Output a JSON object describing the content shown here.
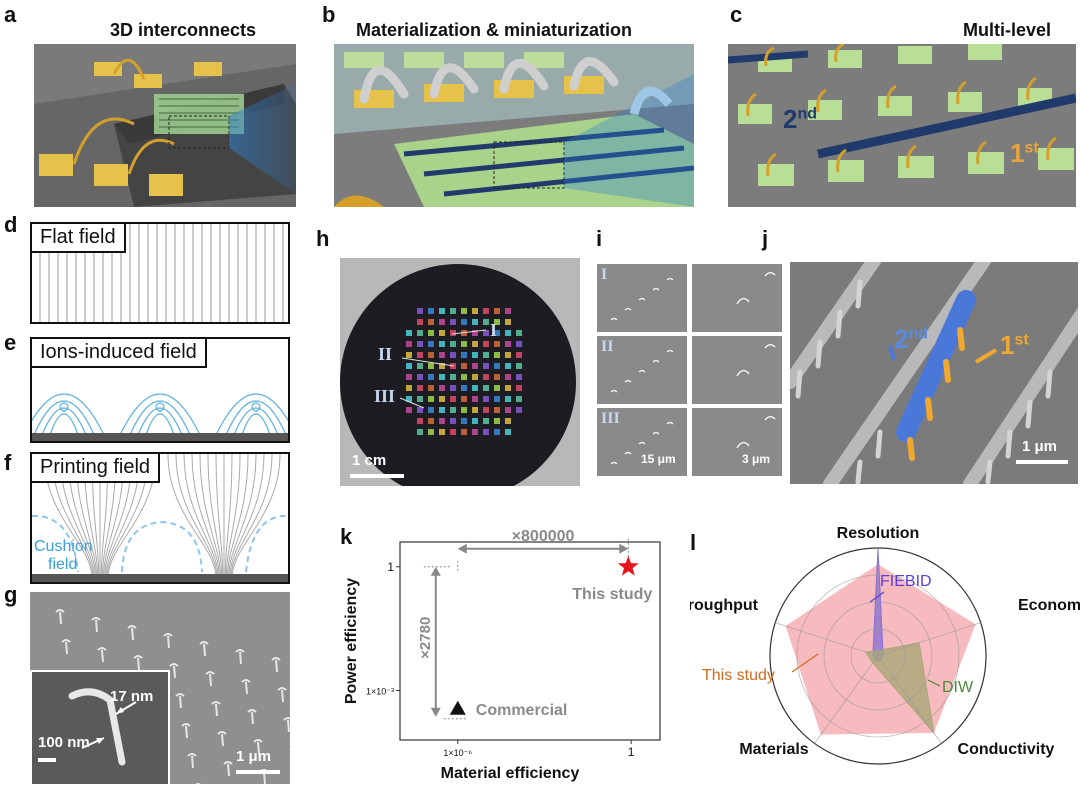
{
  "panels": {
    "a": {
      "label": "a",
      "title": "3D interconnects"
    },
    "b": {
      "label": "b",
      "title": "Materialization & miniaturization"
    },
    "c": {
      "label": "c",
      "title": "Multi-level",
      "level2": "2",
      "level2_sup": "nd",
      "level1": "1",
      "level1_sup": "st"
    },
    "d": {
      "label": "d",
      "title": "Flat field"
    },
    "e": {
      "label": "e",
      "title": "Ions-induced field"
    },
    "f": {
      "label": "f",
      "title": "Printing field",
      "cushion_line1": "Cushion",
      "cushion_line2": "field"
    },
    "g": {
      "label": "g",
      "inset_dim": "17 nm",
      "inset_scale": "100 nm",
      "scale": "1 μm"
    },
    "h": {
      "label": "h",
      "roman1": "I",
      "roman2": "II",
      "roman3": "III",
      "scale": "1 cm"
    },
    "i": {
      "label": "i",
      "rows": [
        "I",
        "II",
        "III"
      ],
      "scale_left": "15 μm",
      "scale_right": "3 μm"
    },
    "j": {
      "label": "j",
      "level2": "2",
      "level2_sup": "nd",
      "level1": "1",
      "level1_sup": "st",
      "scale": "1 μm"
    },
    "k": {
      "label": "k"
    },
    "l": {
      "label": "l"
    }
  },
  "chart_data": [
    {
      "type": "scatter",
      "xlabel": "Material efficiency",
      "ylabel": "Power efficiency",
      "x_scale": "log",
      "y_scale": "log",
      "x_ticks": [
        "1×10⁻⁶",
        "1"
      ],
      "y_ticks": [
        "1×10⁻³",
        "1"
      ],
      "points": [
        {
          "name": "Commercial",
          "x": 1e-06,
          "y": 0.00036,
          "marker": "triangle",
          "color": "#111111"
        },
        {
          "name": "This study",
          "x": 0.8,
          "y": 1.0,
          "marker": "star",
          "color": "#e8141c"
        }
      ],
      "annotations": [
        {
          "text": "×800000",
          "direction": "horizontal"
        },
        {
          "text": "×2780",
          "direction": "vertical"
        }
      ]
    },
    {
      "type": "radar",
      "axes": [
        "Resolution",
        "Economy",
        "Conductivity",
        "Materials",
        "Throughput"
      ],
      "rings": 4,
      "series": [
        {
          "name": "This study",
          "values": [
            0.85,
            0.95,
            0.88,
            0.9,
            0.9
          ],
          "color": "#f4a3a8",
          "label_color": "#d2691e"
        },
        {
          "name": "FIEBID",
          "values": [
            1.0,
            0.05,
            0.05,
            0.05,
            0.05
          ],
          "color": "#8a6fd8",
          "label_color": "#5a3fd8"
        },
        {
          "name": "DIW",
          "values": [
            0.05,
            0.4,
            0.88,
            0.08,
            0.12
          ],
          "color": "#a8a878",
          "label_color": "#4a8a3a"
        }
      ]
    }
  ]
}
